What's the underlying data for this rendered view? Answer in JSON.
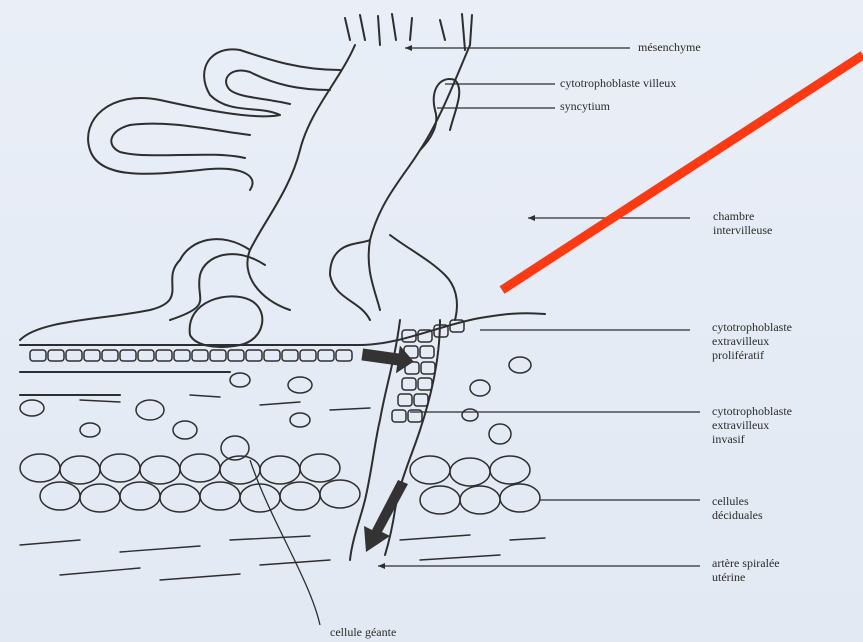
{
  "labels": {
    "mesenchyme": "mésenchyme",
    "cyto_villeux": "cytotrophoblaste villeux",
    "syncytium": "syncytium",
    "chambre": [
      "chambre",
      "intervilleuse"
    ],
    "cyto_prolif": [
      "cytotrophoblaste",
      "extravilleux",
      "prolifératif"
    ],
    "cyto_invasif": [
      "cytotrophoblaste",
      "extravilleux",
      "invasif"
    ],
    "deciduales": [
      "cellules",
      "déciduales"
    ],
    "artere": [
      "artère spiralée",
      "utérine"
    ],
    "geante": "cellule géante"
  },
  "colors": {
    "background": "#e6ecf5",
    "line": "#2e2e2e",
    "highlight_arrow": "#ff3a12",
    "direction_arrow": "#333333"
  }
}
